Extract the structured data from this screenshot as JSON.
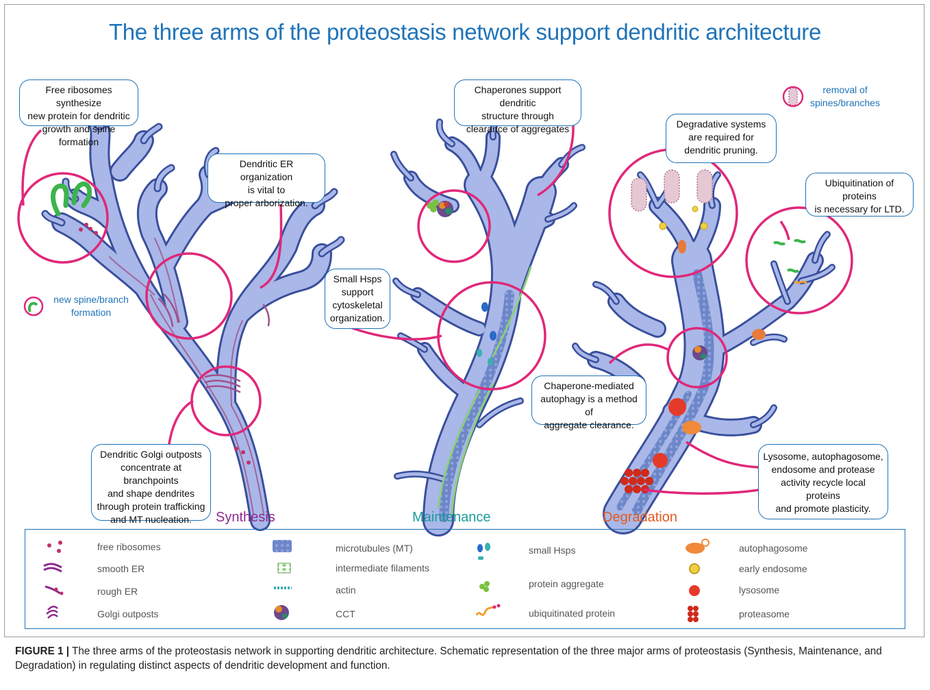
{
  "title": "The three arms of the proteostasis network support dendritic architecture",
  "callouts": {
    "free_ribosomes": [
      "Free ribosomes synthesize",
      "new protein for dendritic",
      "growth and spine formation"
    ],
    "dendritic_er": [
      "Dendritic ER organization",
      "is vital to",
      "proper arborization."
    ],
    "golgi_outposts": [
      "Dendritic Golgi outposts",
      "concentrate at branchpoints",
      "and shape dendrites",
      "through protein trafficking",
      "and MT nucleation."
    ],
    "chaperones": [
      "Chaperones support dendritic",
      "structure through",
      "clearance of aggregates"
    ],
    "small_hsps": [
      "Small Hsps",
      "support",
      "cytoskeletal",
      "organization."
    ],
    "degradative": [
      "Degradative systems",
      "are required for",
      "dendritic pruning."
    ],
    "ubiquitination": [
      "Ubiquitination of proteins",
      "is necessary for LTD."
    ],
    "cma": [
      "Chaperone-mediated",
      "autophagy is a method of",
      "aggregate clearance."
    ],
    "lysosome": [
      "Lysosome, autophagosome,",
      "endosome and  protease",
      "activity recycle local proteins",
      "and promote plasticity."
    ]
  },
  "notes": {
    "new_spine": [
      "new spine/branch",
      "formation"
    ],
    "removal": [
      "removal of",
      "spines/branches"
    ]
  },
  "sections": {
    "synthesis": "Synthesis",
    "maintenance": "Maintenance",
    "degradation": "Degradation"
  },
  "legend": {
    "free_ribosomes": "free ribosomes",
    "smooth_er": "smooth ER",
    "rough_er": "rough ER",
    "golgi": "Golgi outposts",
    "microtubules": "microtubules (MT)",
    "intermediate_filaments": "intermediate filaments",
    "actin": "actin",
    "cct": "CCT",
    "small_hsps": "small Hsps",
    "protein_aggregate": "protein aggregate",
    "ubiquitinated_protein": "ubiquitinated protein",
    "autophagosome": "autophagosome",
    "early_endosome": "early endosome",
    "lysosome": "lysosome",
    "proteasome": "proteasome"
  },
  "caption": {
    "label": "FIGURE 1 |",
    "text": " The three arms of the proteostasis network in supporting dendritic architecture. Schematic representation of the three major arms of proteostasis (Synthesis, Maintenance, and Degradation) in regulating distinct aspects of dendritic development and function."
  },
  "colors": {
    "title_blue": "#1f73b8",
    "magenta_circle": "#e0287a",
    "dendrite_fill": "#a9b8e8",
    "dendrite_stroke": "#3a4f9c",
    "synthesis": "#8e2a8e",
    "maintenance": "#1a9b9b",
    "degradation": "#e25a20"
  }
}
